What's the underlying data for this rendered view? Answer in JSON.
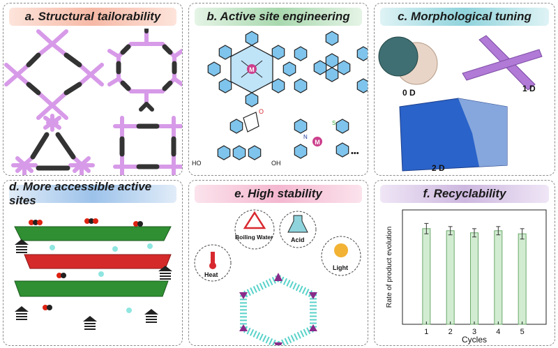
{
  "panels": {
    "a": {
      "title": "a. Structural tailorability",
      "color": "#f6b9a6"
    },
    "b": {
      "title": "b. Active site engineering",
      "color": "#a8d8ae"
    },
    "c": {
      "title": "c. Morphological tuning",
      "color": "#8fd3dc",
      "labels": [
        "0 D",
        "1 D",
        "2 D"
      ]
    },
    "d": {
      "title": "d. More accessible active sites",
      "color": "#9cc2ea"
    },
    "e": {
      "title": "e. High stability",
      "color": "#f4b7cf",
      "labels": [
        "Heat",
        "Boiling Water",
        "Acid",
        "Light"
      ]
    },
    "f": {
      "title": "f. Recyclability",
      "color": "#cdb7df"
    }
  },
  "molecules": {
    "metal": "M",
    "hydroxyl": "HO",
    "hydroxyl_right": "OH",
    "oxygen": "O",
    "nitrogen": "N",
    "sulfur": "S",
    "ellipsis": "•••"
  },
  "chart_data": {
    "type": "bar",
    "categories": [
      "1",
      "2",
      "3",
      "4",
      "5"
    ],
    "values": [
      0.92,
      0.9,
      0.88,
      0.9,
      0.87
    ],
    "errors": [
      0.05,
      0.04,
      0.04,
      0.04,
      0.05
    ],
    "title": "",
    "xlabel": "Cycles",
    "ylabel": "Rate of product evolution",
    "ylim": [
      0,
      1.1
    ],
    "bar_color": "#d2ecd2",
    "grid": false
  }
}
